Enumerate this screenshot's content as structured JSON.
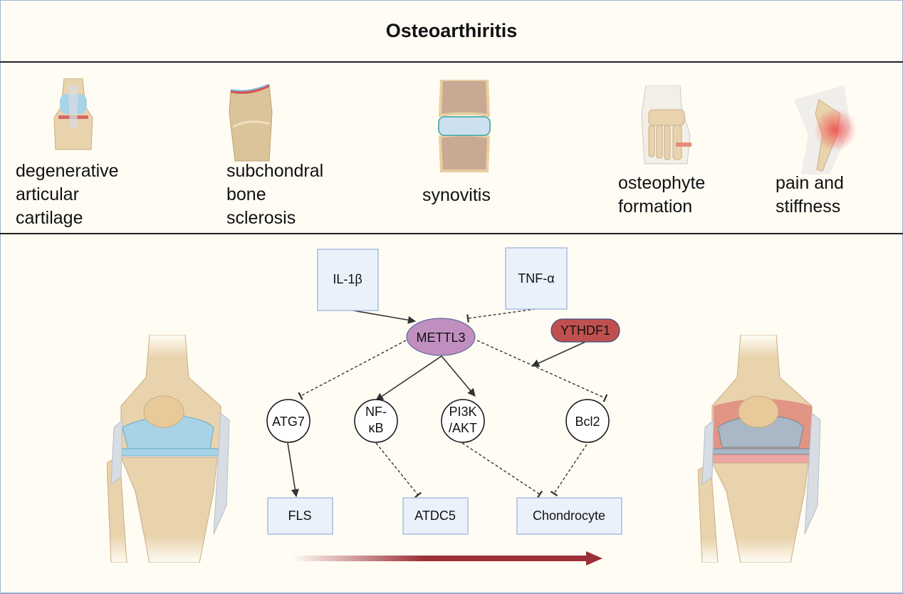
{
  "title": "Osteoarthiritis",
  "symptoms": [
    {
      "lines": [
        "degenerative",
        "articular",
        "cartilage"
      ],
      "icon": "knee-cartilage-illustration"
    },
    {
      "lines": [
        "subchondral",
        "bone",
        "sclerosis"
      ],
      "icon": "bone-sclerosis-illustration"
    },
    {
      "lines": [
        "synovitis"
      ],
      "icon": "synovial-joint-illustration"
    },
    {
      "lines": [
        "osteophyte",
        "formation"
      ],
      "icon": "foot-bones-illustration"
    },
    {
      "lines": [
        "pain and",
        "stiffness"
      ],
      "icon": "knee-pain-illustration"
    }
  ],
  "pathway": {
    "inducers": {
      "il1b": "IL-1β",
      "tnfa": "TNF-α"
    },
    "hub": "METTL3",
    "reader": "YTHDF1",
    "targets": {
      "atg7": "ATG7",
      "nfkb_1": "NF-",
      "nfkb_2": "κB",
      "pi3k_1": "PI3K",
      "pi3k_2": "/AKT",
      "bcl2": "Bcl2"
    },
    "cells": {
      "fls": "FLS",
      "atdc5": "ATDC5",
      "chondrocyte": "Chondrocyte"
    }
  },
  "colors": {
    "box_fill": "#eaf1fb",
    "box_stroke": "#a9bde0",
    "hub_fill": "#c08fbf",
    "reader_fill": "#c0504f",
    "arrow": "#9c2f37"
  }
}
